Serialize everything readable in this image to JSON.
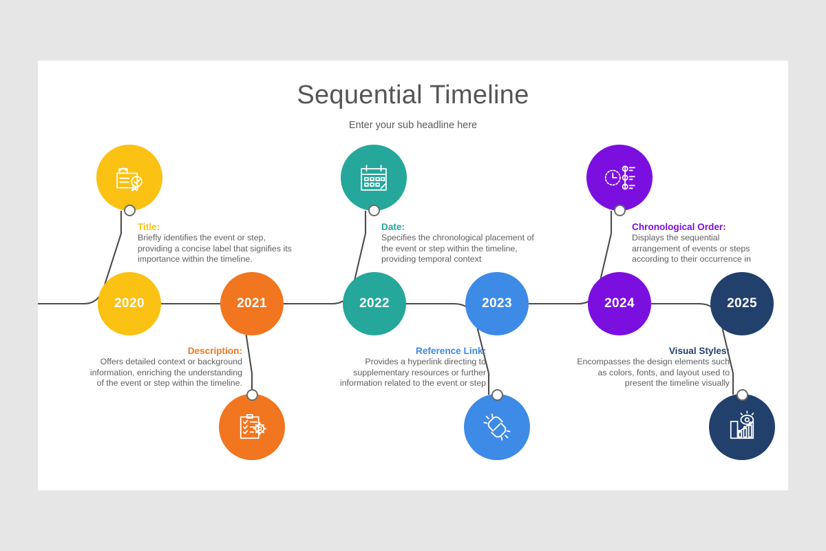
{
  "slide": {
    "background": "#e7e6e6",
    "canvas": "#ffffff",
    "title": "Sequential Timeline",
    "subtitle": "Enter your sub headline here"
  },
  "palette": {
    "yellow": "#fbc113",
    "orange": "#f1761f",
    "teal": "#25a79b",
    "blue": "#3d8ae7",
    "purple": "#7b0fe0",
    "navy": "#22406c",
    "line": "#4a4a4a",
    "node_ring": "#6b6b6b",
    "body_text": "#5e5e5e"
  },
  "milestones": [
    {
      "year": "2020",
      "color": "#fbc113",
      "position": "top",
      "icon": "certificate-award-icon",
      "title": "Title:",
      "body": "Briefly identifies the event or step, providing a concise label that signifies its importance within the timeline."
    },
    {
      "year": "2021",
      "color": "#f1761f",
      "position": "bottom",
      "icon": "clipboard-checklist-gear-icon",
      "title": "Description:",
      "body": "Offers detailed context or background information, enriching the understanding of the event or step within the timeline."
    },
    {
      "year": "2022",
      "color": "#25a79b",
      "position": "top",
      "icon": "calendar-icon",
      "title": "Date:",
      "body": "Specifies the chronological placement of the event or step within the timeline, providing temporal context"
    },
    {
      "year": "2023",
      "color": "#3d8ae7",
      "position": "bottom",
      "icon": "chain-link-icon",
      "title": "Reference Link:",
      "body": "Provides a hyperlink directing to supplementary resources or further information related to the event or step"
    },
    {
      "year": "2024",
      "color": "#7b0fe0",
      "position": "top",
      "icon": "clock-timeline-icon",
      "title": "Chronological Order:",
      "body": "Displays the sequential arrangement of events or steps according to their occurrence in"
    },
    {
      "year": "2025",
      "color": "#22406c",
      "position": "bottom",
      "icon": "eye-chart-analytics-icon",
      "title": "Visual Styles:",
      "body": "Encompasses the design elements such as colors, fonts, and layout used to present the timeline visually"
    }
  ]
}
